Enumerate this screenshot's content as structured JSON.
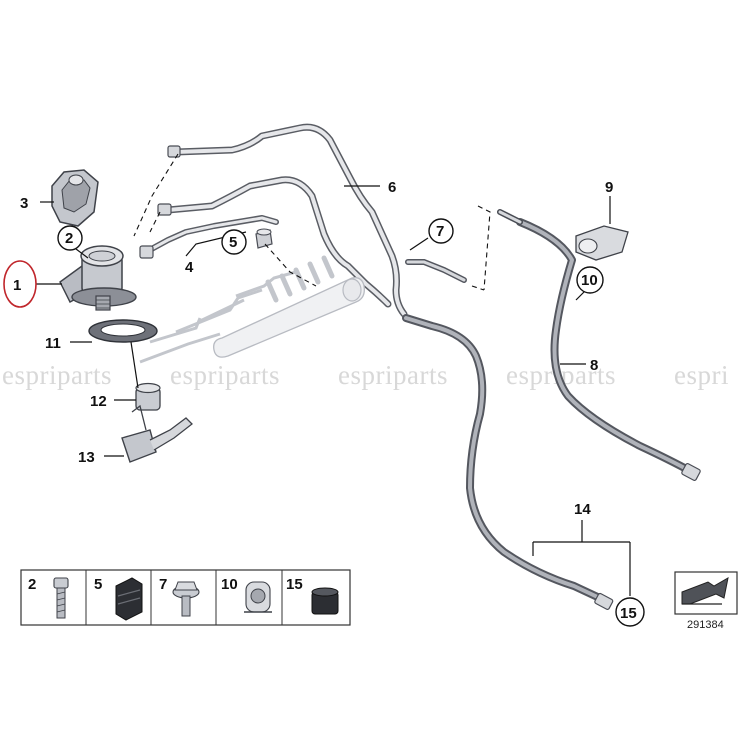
{
  "watermark": {
    "text": "espriparts",
    "repeats": [
      "espriparts",
      "espriparts",
      "espriparts",
      "espriparts",
      "espri"
    ]
  },
  "callouts": {
    "c1": "1",
    "c2": "2",
    "c3": "3",
    "c4": "4",
    "c5": "5",
    "c6": "6",
    "c7": "7",
    "c8": "8",
    "c9": "9",
    "c10": "10",
    "c11": "11",
    "c12": "12",
    "c13": "13",
    "c14": "14",
    "c15": "15"
  },
  "legend": {
    "items": [
      {
        "number": "2",
        "icon": "bolt-icon"
      },
      {
        "number": "5",
        "icon": "rubber-damper-icon"
      },
      {
        "number": "7",
        "icon": "hex-flange-bolt-icon"
      },
      {
        "number": "10",
        "icon": "cable-clip-icon"
      },
      {
        "number": "15",
        "icon": "grommet-icon"
      }
    ]
  },
  "reference_number": "291384",
  "colors": {
    "highlight_circle": "#c0262b",
    "part_fill": "#c9ccd2",
    "part_stroke": "#4a4d55",
    "hose_dark": "#5b5e66",
    "hose_light": "#b9bcc3"
  }
}
